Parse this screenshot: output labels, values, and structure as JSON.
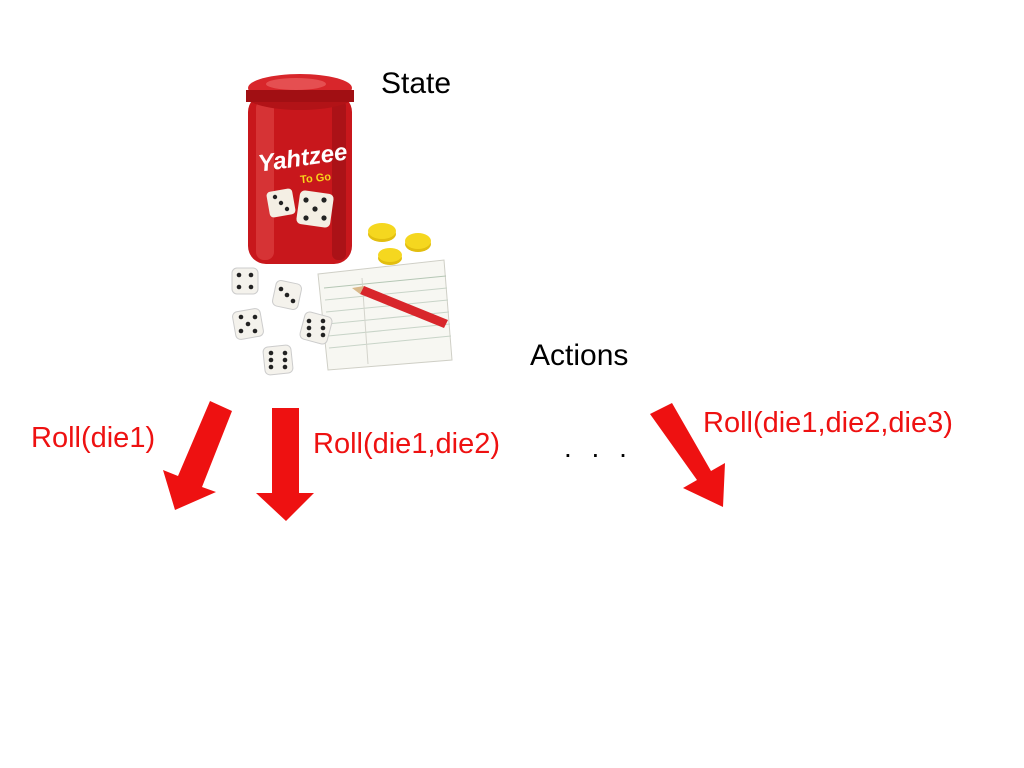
{
  "labels": {
    "state": "State",
    "actions": "Actions",
    "ellipsis": ". . ."
  },
  "actions": [
    {
      "label": "Roll(die1)"
    },
    {
      "label": "Roll(die1,die2)"
    },
    {
      "label": "Roll(die1,die2,die3)"
    }
  ],
  "illustration": {
    "subject": "yahtzee-game-set",
    "brand_text": "Yahtzee",
    "sub_brand_text": "To Go"
  },
  "colors": {
    "arrow": "#ee1111",
    "action_text": "#ee1111",
    "text": "#000000",
    "background": "#ffffff",
    "canister": "#c8171c",
    "chip": "#f2d21a"
  }
}
